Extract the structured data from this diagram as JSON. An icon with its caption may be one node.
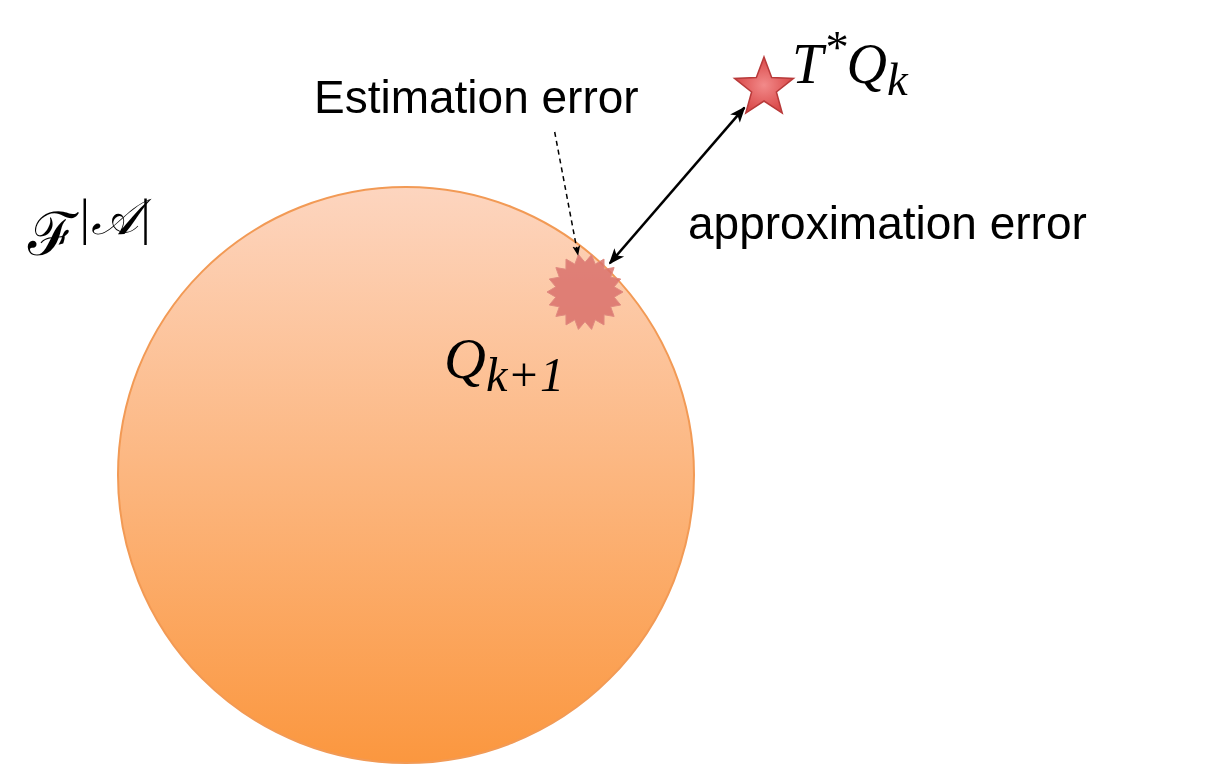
{
  "diagram": {
    "nodes": [
      {
        "text": [
          "ℱ$^{|𝒜|}$"
        ]
      },
      {
        "text": [],
        "shape": "starburst",
        "beside": [
          "*Q*$_{k+1}$"
        ],
        "in": 0
      },
      {
        "text": [],
        "shape": "star",
        "beside": [
          "*T*$^{*}$*Q*$_{k}$"
        ]
      },
      {
        "text": [
          "Estimation error"
        ]
      }
    ],
    "edges": [
      {
        "from": 2,
        "to": 1,
        "arrow": "both",
        "label": "approximation error"
      },
      {
        "from": 3,
        "to": 1,
        "arrow": "to",
        "style": "dashed"
      }
    ]
  }
}
